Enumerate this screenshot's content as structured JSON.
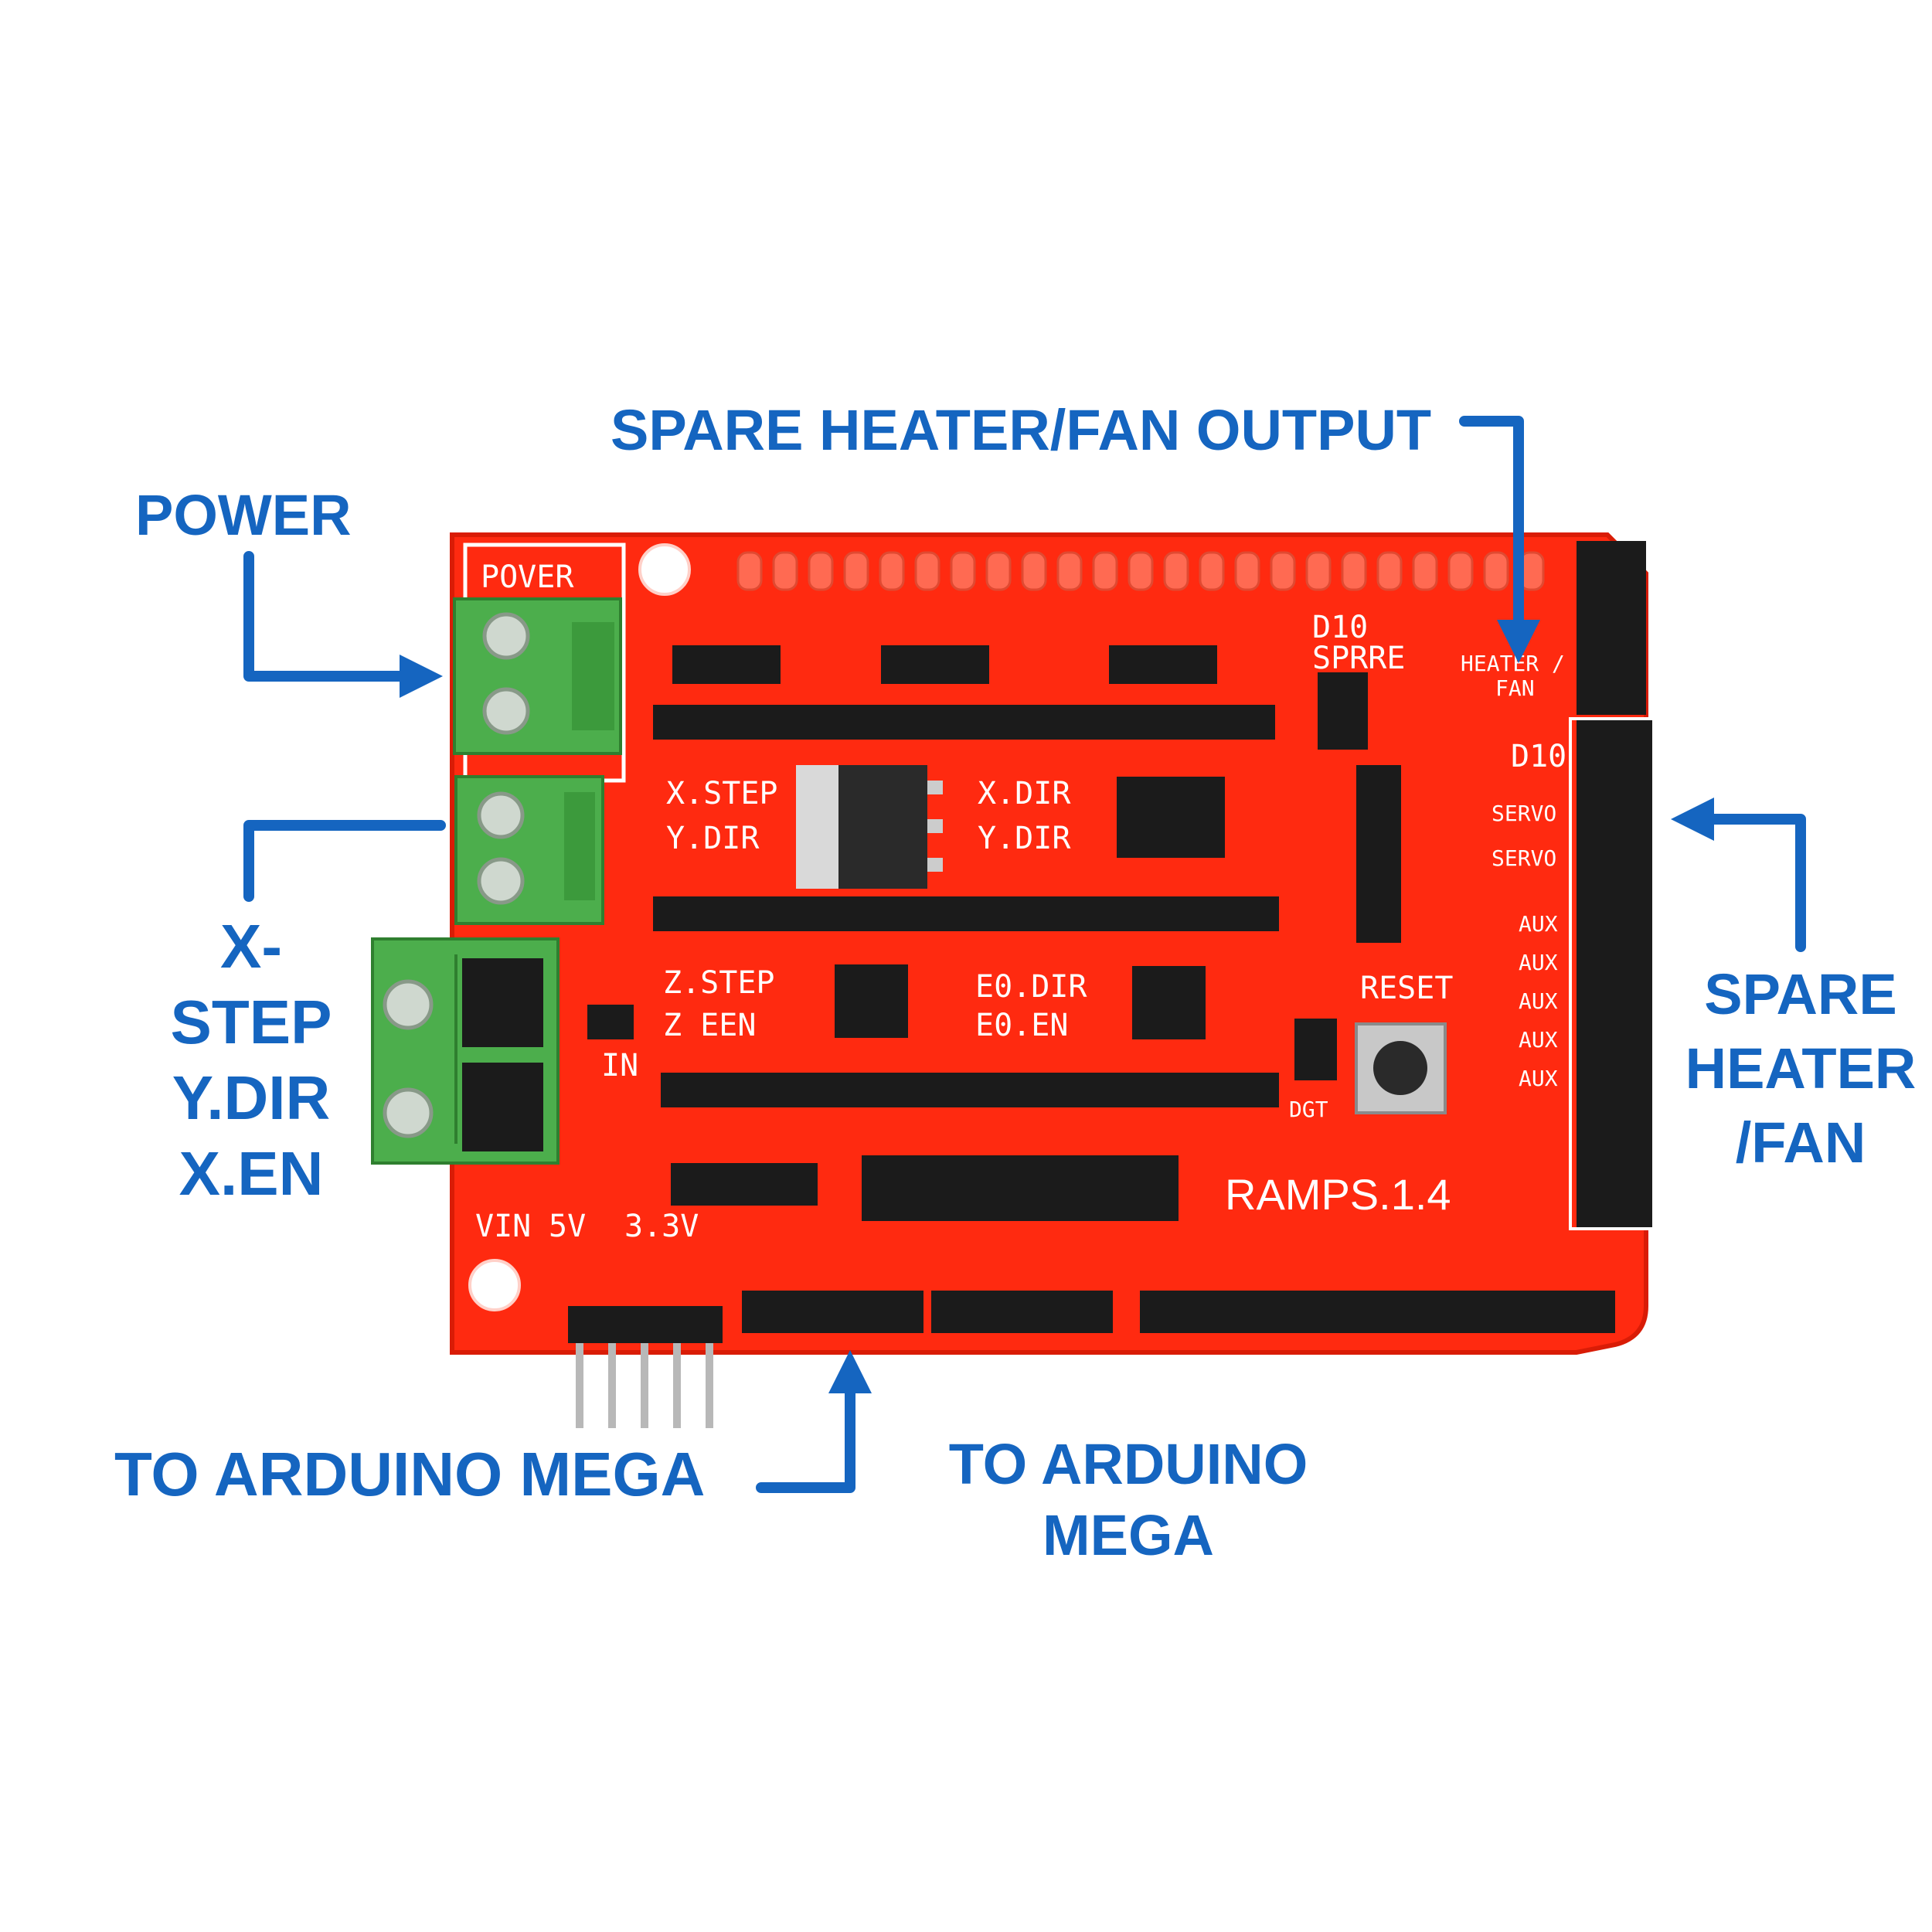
{
  "callouts": {
    "power": "POWER",
    "spare_output": "SPARE HEATER/FAN OUTPUT",
    "x_step_lines": [
      "X-",
      "STEP",
      "Y.DIR",
      "X.EN"
    ],
    "spare_heater_fan_lines": [
      "SPARE",
      "HEATER",
      "/FAN"
    ],
    "arduino_mega_left": "TO ARDUINO MEGA",
    "arduino_mega_right_lines": [
      "TO ARDUINO",
      "MEGA"
    ]
  },
  "board": {
    "name": "RAMPS.1.4",
    "labels": {
      "power": "POVER",
      "d10": "D10",
      "spare": "SPRRE",
      "heater": "HEATER /",
      "fan": "FAN",
      "x_step": "X.STEP",
      "y_dir_left": "Y.DIR",
      "x_dir": "X.DIR",
      "y_dir_right": "Y.DIR",
      "z_step": "Z.STEP",
      "z_en": "Z EEN",
      "e0_dir": "E0.DIR",
      "e0_en": "E0.EN",
      "reset": "RESET",
      "dgt": "DGT",
      "vin": "VIN",
      "v5": "5V",
      "v33": "3.3V",
      "d10_right": "D10",
      "servo": [
        "SERVO",
        "SERVO"
      ],
      "aux": [
        "AUX",
        "AUX",
        "AUX",
        "AUX",
        "AUX"
      ],
      "in": "IN"
    }
  },
  "colors": {
    "callout": "#1565c0",
    "board": "#ff2a10",
    "terminal": "#4cae4c",
    "header": "#1a1a1a"
  }
}
